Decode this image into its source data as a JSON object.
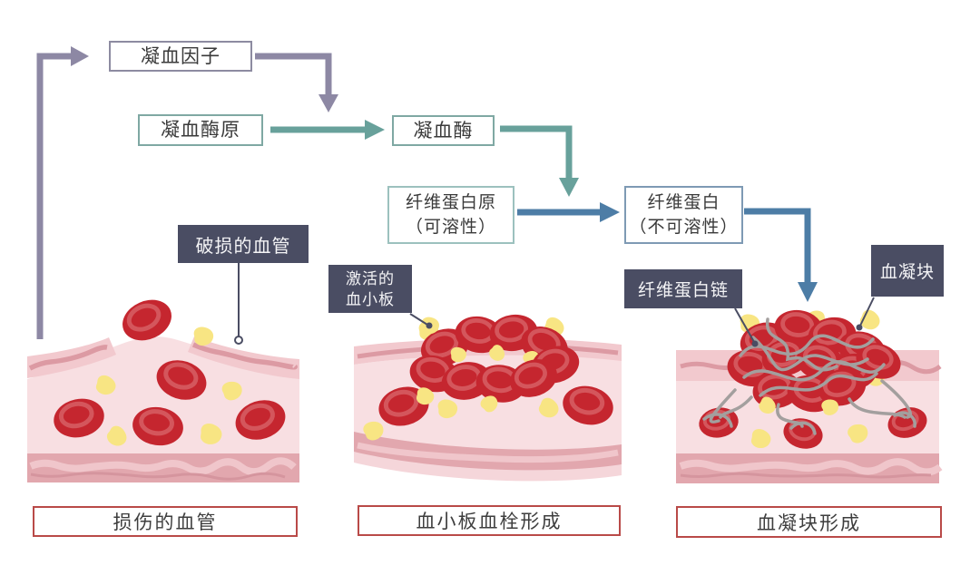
{
  "flowchart": {
    "coagulation_factor": "凝血因子",
    "prothrombin": "凝血酶原",
    "thrombin": "凝血酶",
    "fibrinogen": "纤维蛋白原",
    "fibrinogen_note": "（可溶性）",
    "fibrin": "纤维蛋白",
    "fibrin_note": "（不可溶性）"
  },
  "callouts": {
    "damaged_vessel": "破损的血管",
    "activated_platelets_line1": "激活的",
    "activated_platelets_line2": "血小板",
    "fibrin_chains": "纤维蛋白链",
    "blood_clot": "血凝块"
  },
  "captions": {
    "stage1": "损伤的血管",
    "stage2": "血小板血栓形成",
    "stage3": "血凝块形成"
  },
  "colors": {
    "arrow_purple": "#8d88a4",
    "arrow_teal": "#68a19b",
    "arrow_blue": "#4d7da6",
    "callout_bg": "#4a4d63",
    "caption_border": "#b94a48",
    "rbc_red": "#c5262f",
    "platelet_yellow": "#f8e583",
    "vessel_wall_pink": "#f2c9ce",
    "vessel_lumen_pink": "#f8dfe2",
    "fibrin_gray": "#a39f9e"
  }
}
